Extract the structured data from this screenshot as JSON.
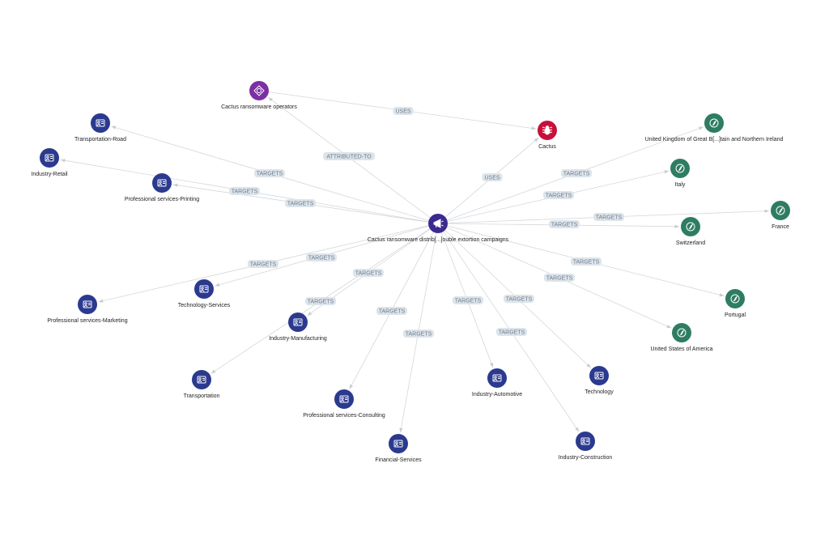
{
  "graph": {
    "colors": {
      "sector": "#2b3a8f",
      "country": "#2e7d62",
      "intrusion_set": "#7b2fa3",
      "malware": "#c8103a",
      "campaign": "#3c2a8f",
      "edge": "#d3d7dc",
      "edge_label_bg": "#dde4ea",
      "edge_label_text": "#6b7d8f"
    },
    "nodes": [
      {
        "id": "campaign",
        "label": "Cactus ransomware distrib[...]ouble extortion campaigns",
        "type": "campaign",
        "icon": "campaign-icon"
      },
      {
        "id": "operators",
        "label": "Cactus ransomware operators",
        "type": "intrusion_set",
        "icon": "intrusion-set-icon"
      },
      {
        "id": "cactus",
        "label": "Cactus",
        "type": "malware",
        "icon": "malware-bug-icon"
      },
      {
        "id": "uk",
        "label": "United Kingdom of Great B[...]tain and Northern Ireland",
        "type": "country",
        "icon": "flag-icon"
      },
      {
        "id": "italy",
        "label": "Italy",
        "type": "country",
        "icon": "flag-icon"
      },
      {
        "id": "france",
        "label": "France",
        "type": "country",
        "icon": "flag-icon"
      },
      {
        "id": "switzerland",
        "label": "Switzerland",
        "type": "country",
        "icon": "flag-icon"
      },
      {
        "id": "portugal",
        "label": "Portugal",
        "type": "country",
        "icon": "flag-icon"
      },
      {
        "id": "usa",
        "label": "United States of America",
        "type": "country",
        "icon": "flag-icon"
      },
      {
        "id": "transport_road",
        "label": "Transportation-Road",
        "type": "sector",
        "icon": "sector-icon"
      },
      {
        "id": "retail",
        "label": "Industry-Retail",
        "type": "sector",
        "icon": "sector-icon"
      },
      {
        "id": "printing",
        "label": "Professional services-Printing",
        "type": "sector",
        "icon": "sector-icon"
      },
      {
        "id": "tech_services",
        "label": "Technology-Services",
        "type": "sector",
        "icon": "sector-icon"
      },
      {
        "id": "marketing",
        "label": "Professional services-Marketing",
        "type": "sector",
        "icon": "sector-icon"
      },
      {
        "id": "manufacturing",
        "label": "Industry-Manufacturing",
        "type": "sector",
        "icon": "sector-icon"
      },
      {
        "id": "transportation",
        "label": "Transportation",
        "type": "sector",
        "icon": "sector-icon"
      },
      {
        "id": "consulting",
        "label": "Professional services-Consulting",
        "type": "sector",
        "icon": "sector-icon"
      },
      {
        "id": "financial",
        "label": "Financial-Services",
        "type": "sector",
        "icon": "sector-icon"
      },
      {
        "id": "automotive",
        "label": "Industry-Automotive",
        "type": "sector",
        "icon": "sector-icon"
      },
      {
        "id": "technology",
        "label": "Technology",
        "type": "sector",
        "icon": "sector-icon"
      },
      {
        "id": "construction",
        "label": "Industry-Construction",
        "type": "sector",
        "icon": "sector-icon"
      }
    ],
    "edges": [
      {
        "source": "operators",
        "target": "cactus",
        "label": "USES"
      },
      {
        "source": "campaign",
        "target": "operators",
        "label": "ATTRIBUTED-TO"
      },
      {
        "source": "campaign",
        "target": "cactus",
        "label": "USES"
      },
      {
        "source": "campaign",
        "target": "transport_road",
        "label": "TARGETS"
      },
      {
        "source": "campaign",
        "target": "retail",
        "label": "TARGETS"
      },
      {
        "source": "campaign",
        "target": "printing",
        "label": "TARGETS"
      },
      {
        "source": "campaign",
        "target": "uk",
        "label": "TARGETS"
      },
      {
        "source": "campaign",
        "target": "italy",
        "label": "TARGETS"
      },
      {
        "source": "campaign",
        "target": "france",
        "label": "TARGETS"
      },
      {
        "source": "campaign",
        "target": "switzerland",
        "label": "TARGETS"
      },
      {
        "source": "campaign",
        "target": "portugal",
        "label": "TARGETS"
      },
      {
        "source": "campaign",
        "target": "usa",
        "label": "TARGETS"
      },
      {
        "source": "campaign",
        "target": "tech_services",
        "label": "TARGETS"
      },
      {
        "source": "campaign",
        "target": "marketing",
        "label": "TARGETS"
      },
      {
        "source": "campaign",
        "target": "manufacturing",
        "label": "TARGETS"
      },
      {
        "source": "campaign",
        "target": "transportation",
        "label": "TARGETS"
      },
      {
        "source": "campaign",
        "target": "consulting",
        "label": "TARGETS"
      },
      {
        "source": "campaign",
        "target": "financial",
        "label": "TARGETS"
      },
      {
        "source": "campaign",
        "target": "automotive",
        "label": "TARGETS"
      },
      {
        "source": "campaign",
        "target": "technology",
        "label": "TARGETS"
      },
      {
        "source": "campaign",
        "target": "construction",
        "label": "TARGETS"
      }
    ]
  }
}
